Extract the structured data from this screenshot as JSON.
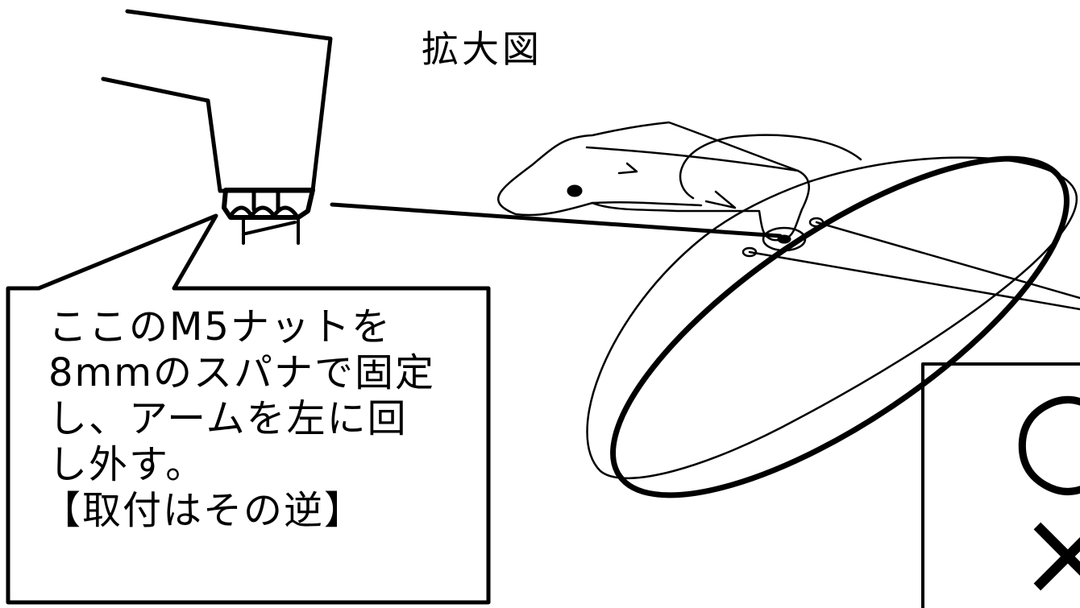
{
  "title": "拡大図",
  "callout": {
    "lines": [
      "ここのM5ナットを",
      "8mmのスパナで固定",
      "し、アームを左に回",
      "し外す。",
      "【取付はその逆】"
    ]
  },
  "marks": {
    "ok": "○",
    "ng": "×"
  },
  "colors": {
    "ink": "#000000",
    "background": "#ffffff"
  }
}
